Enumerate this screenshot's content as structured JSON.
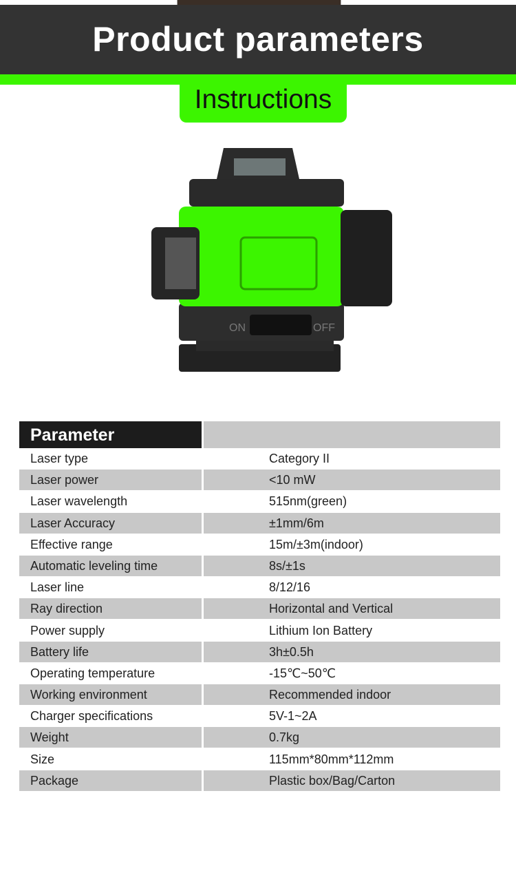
{
  "header": {
    "title": "Product parameters",
    "tab_label": "Instructions"
  },
  "colors": {
    "banner": "#333333",
    "accent": "#3cf500",
    "table_stripe": "#c8c8c8"
  },
  "product_image": {
    "switch_on": "ON",
    "switch_off": "OFF"
  },
  "table": {
    "header": "Parameter",
    "rows": [
      {
        "label": "Laser type",
        "value": "Category II"
      },
      {
        "label": "Laser power",
        "value": "<10 mW"
      },
      {
        "label": "Laser wavelength",
        "value": "515nm(green)"
      },
      {
        "label": "Laser Accuracy",
        "value": "±1mm/6m"
      },
      {
        "label": "Effective range",
        "value": "15m/±3m(indoor)"
      },
      {
        "label": "Automatic leveling time",
        "value": "8s/±1s"
      },
      {
        "label": "Laser line",
        "value": "8/12/16"
      },
      {
        "label": "Ray direction",
        "value": "Horizontal and Vertical"
      },
      {
        "label": "Power supply",
        "value": "Lithium Ion Battery"
      },
      {
        "label": "Battery life",
        "value": "3h±0.5h"
      },
      {
        "label": "Operating temperature",
        "value": "-15℃~50℃"
      },
      {
        "label": "Working environment",
        "value": "Recommended indoor"
      },
      {
        "label": "Charger specifications",
        "value": "5V-1~2A"
      },
      {
        "label": "Weight",
        "value": "0.7kg"
      },
      {
        "label": "Size",
        "value": "115mm*80mm*112mm"
      },
      {
        "label": "Package",
        "value": "Plastic box/Bag/Carton"
      }
    ]
  }
}
